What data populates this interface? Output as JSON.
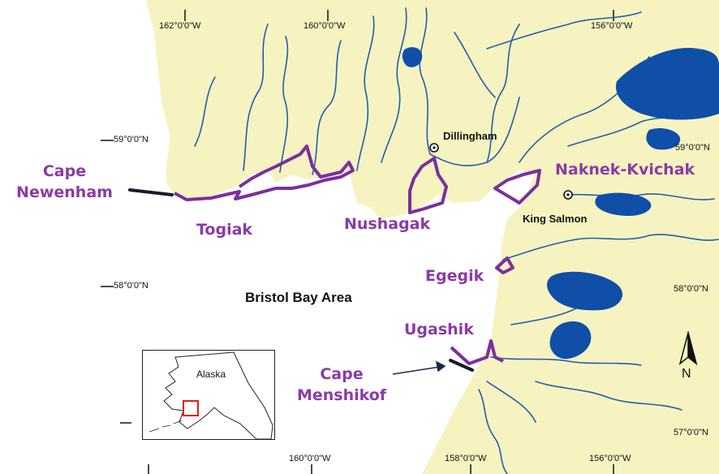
{
  "colors": {
    "land": "#f7f3c0",
    "water": "#ffffff",
    "river": "#1f5fb0",
    "lake": "#0f4fa8",
    "district": "#7b2f9e",
    "label_region": "#8b3aa6",
    "cape_line": "#1a1a2a",
    "inset_box": "#e21b1b"
  },
  "longitudes": {
    "top": [
      "162°0'0\"W",
      "160°0'0\"W",
      "156°0'0\"W"
    ],
    "bottom": [
      "160°0'0\"W",
      "158°0'0\"W",
      "156°0'0\"W"
    ]
  },
  "latitudes": {
    "left": [
      "59°0'0\"N",
      "58°0'0\"N"
    ],
    "right": [
      "59°0'0\"N",
      "58°0'0\"N",
      "57°0'0\"N"
    ]
  },
  "districts": {
    "togiak": "Togiak",
    "nushagak": "Nushagak",
    "naknek": "Naknek-Kvichak",
    "egegik": "Egegik",
    "ugashik": "Ugashik"
  },
  "capes": {
    "newenham": [
      "Cape",
      "Newenham"
    ],
    "menshikof": [
      "Cape",
      "Menshikof"
    ]
  },
  "towns": {
    "dillingham": "Dillingham",
    "king_salmon": "King Salmon"
  },
  "area_title": "Bristol Bay Area",
  "inset": {
    "label": "Alaska"
  },
  "north_arrow": {
    "label": "N",
    "icon": "north-arrow-icon"
  }
}
